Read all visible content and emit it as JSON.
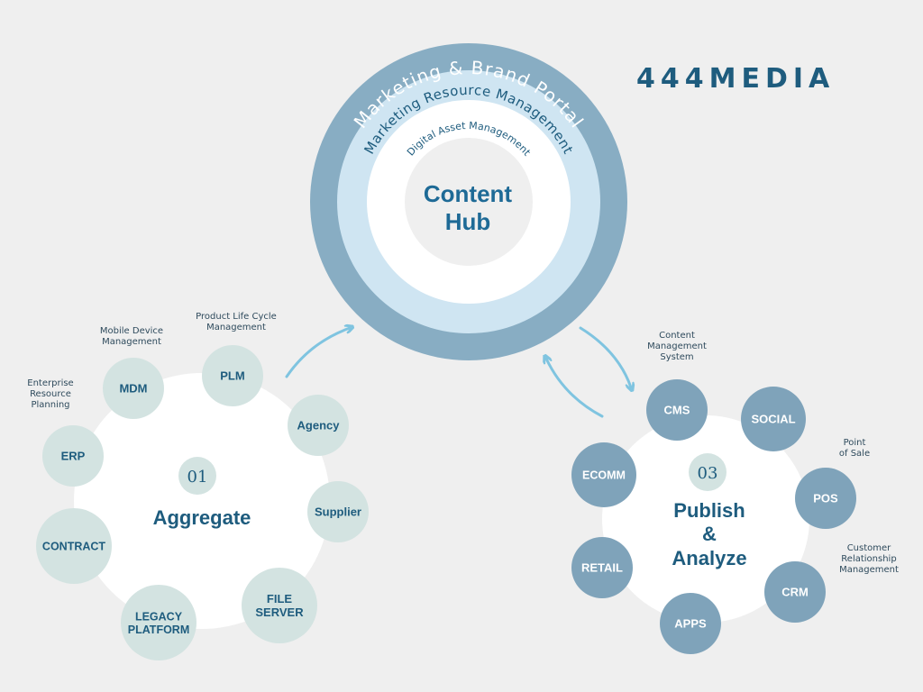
{
  "brand": {
    "logo_text": "444MEDIA"
  },
  "hub": {
    "ring_outer": "Marketing & Brand Portal",
    "ring_middle": "Marketing Resource Management",
    "ring_inner": "Digital Asset Management",
    "center_line1": "Content",
    "center_line2": "Hub"
  },
  "aggregate": {
    "number": "01",
    "title": "Aggregate",
    "nodes": [
      {
        "id": "mdm",
        "label": "MDM",
        "caption": [
          "Mobile Device",
          "Management"
        ]
      },
      {
        "id": "plm",
        "label": "PLM",
        "caption": [
          "Product Life Cycle",
          "Management"
        ]
      },
      {
        "id": "agency",
        "label": "Agency",
        "caption": []
      },
      {
        "id": "supplier",
        "label": "Supplier",
        "caption": []
      },
      {
        "id": "file-server",
        "label": [
          "FILE",
          "SERVER"
        ],
        "caption": []
      },
      {
        "id": "legacy-platform",
        "label": [
          "LEGACY",
          "PLATFORM"
        ],
        "caption": []
      },
      {
        "id": "contract",
        "label": "CONTRACT",
        "caption": []
      },
      {
        "id": "erp",
        "label": "ERP",
        "caption": [
          "Enterprise",
          "Resource",
          "Planning"
        ]
      }
    ]
  },
  "publish": {
    "number": "03",
    "title_line1": "Publish",
    "title_line2": "&",
    "title_line3": "Analyze",
    "nodes": [
      {
        "id": "cms",
        "label": "CMS",
        "caption": [
          "Content",
          "Management",
          "System"
        ]
      },
      {
        "id": "social",
        "label": "SOCIAL",
        "caption": []
      },
      {
        "id": "pos",
        "label": "POS",
        "caption": [
          "Point",
          "of Sale"
        ]
      },
      {
        "id": "crm",
        "label": "CRM",
        "caption": [
          "Customer",
          "Relationship",
          "Management"
        ]
      },
      {
        "id": "apps",
        "label": "APPS",
        "caption": []
      },
      {
        "id": "retail",
        "label": "RETAIL",
        "caption": []
      },
      {
        "id": "ecomm",
        "label": "ECOMM",
        "caption": []
      }
    ]
  },
  "colors": {
    "background": "#efefef",
    "ring_outer": "#88adc3",
    "ring_middle": "#cfe5f2",
    "ring_inner": "#ffffff",
    "center": "#efefef",
    "aggregate_node": "#d3e3e1",
    "publish_node": "#7fa3ba",
    "text_dark": "#1e5c7e",
    "arrow": "#7fc4e0"
  }
}
